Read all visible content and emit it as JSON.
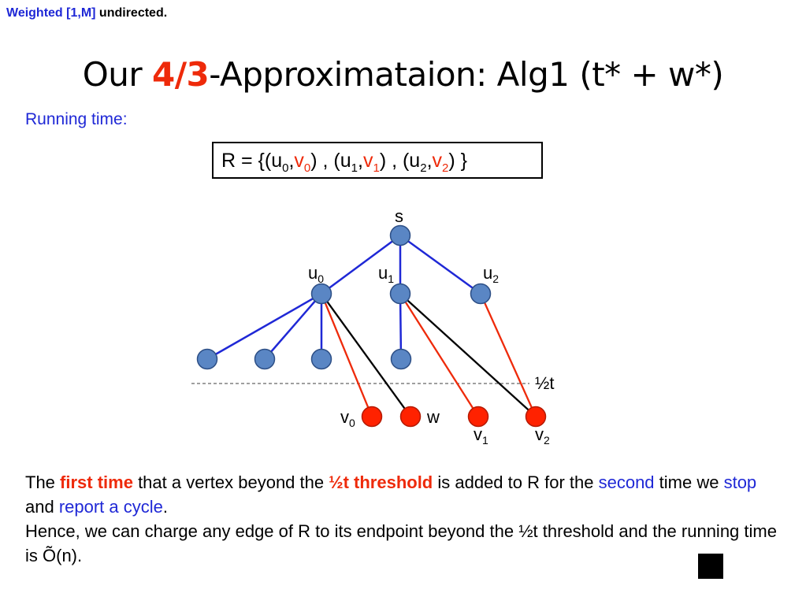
{
  "header": {
    "part_blue": "Weighted [1,M]",
    "part_black": " undirected."
  },
  "title": {
    "before": "Our ",
    "accent": "4/3",
    "after": "-Approximataion: Alg1 (t* + w*)"
  },
  "running_time_label": "Running time:",
  "r_set": {
    "prefix": "R = {(u",
    "pairs": [
      {
        "u_sub": "0",
        "v": "v",
        "v_sub": "0"
      },
      {
        "u_sub": "1",
        "v": "v",
        "v_sub": "1"
      },
      {
        "u_sub": "2",
        "v": "v",
        "v_sub": "2"
      }
    ],
    "sep1": ") , (u",
    "sep2": ") , (u",
    "suffix": ") }"
  },
  "graph": {
    "labels": {
      "s": "s",
      "u0": {
        "base": "u",
        "sub": "0"
      },
      "u1": {
        "base": "u",
        "sub": "1"
      },
      "u2": {
        "base": "u",
        "sub": "2"
      },
      "v0": {
        "base": "v",
        "sub": "0"
      },
      "v1": {
        "base": "v",
        "sub": "1"
      },
      "v2": {
        "base": "v",
        "sub": "2"
      },
      "w": "w",
      "threshold": "½t"
    },
    "colors": {
      "tree_edge": "#1f28d6",
      "r_edge": "#ee2a0a",
      "black_edge": "#000000",
      "blue_node": "#5a86c4",
      "blue_node_stroke": "#2d4f86",
      "red_node": "#ff2200",
      "red_node_stroke": "#b51a00",
      "threshold_line": "#666666"
    }
  },
  "paragraph": {
    "line1": {
      "t1": "The ",
      "t2": "first time",
      "t3": " that a vertex beyond the ",
      "t4": "½t threshold",
      "t5": " is added to R for the ",
      "t6": "second",
      "t7": " time we ",
      "t8": "stop",
      "t9": " and ",
      "t10": "report a cycle",
      "t11": "."
    },
    "line2": "Hence, we can charge any edge of R to its endpoint beyond the ½t threshold and the running time is Õ(n)."
  },
  "icons": {
    "end_marker": "black-square-end-icon"
  }
}
